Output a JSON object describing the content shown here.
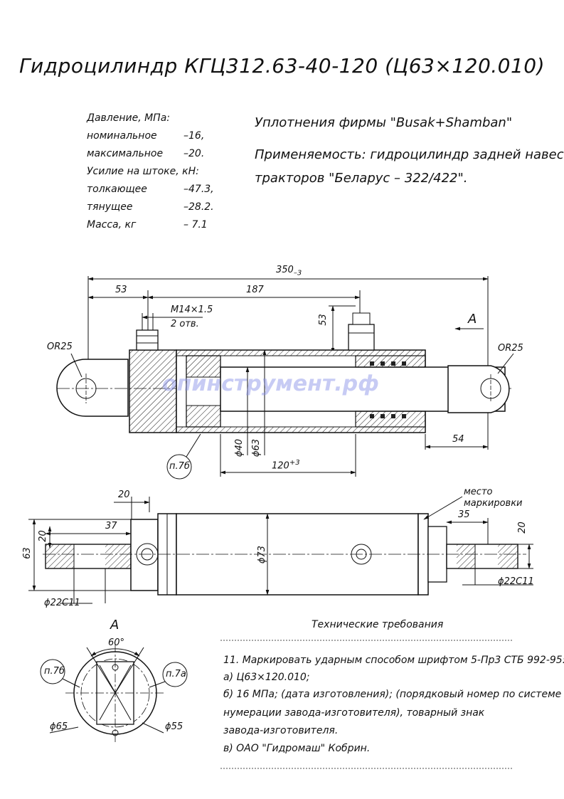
{
  "title": "Гидроцилиндр КГЦ312.63-40-120 (Ц63×120.010)",
  "specs": {
    "pressure_heading": "Давление, МПа:",
    "nominal_label": "номинальное",
    "nominal_value": "–16,",
    "max_label": "максимальное",
    "max_value": "–20.",
    "force_heading": "Усилие на штоке, кН:",
    "push_label": "толкающее",
    "push_value": "–47.3,",
    "pull_label": "тянущее",
    "pull_value": "–28.2.",
    "mass_label": "Масса, кг",
    "mass_value": "– 7.1"
  },
  "info": {
    "seals": "Уплотнения фирмы \"Busak+Shamban\"",
    "applicability_1": "Применяемость: гидроцилиндр задней навески",
    "applicability_2": "тракторов \"Беларус – 322/422\"."
  },
  "watermark": "опинструмент.рф",
  "dims": {
    "overall": "350",
    "overall_tol": "–3",
    "d53": "53",
    "d187": "187",
    "thread": "М14×1.5",
    "thread_qty": "2 отв.",
    "v53": "53",
    "view_a": "А",
    "or25_left": "OR25",
    "or25_right": "OR25",
    "d54": "54",
    "phi40": "ϕ40",
    "phi63": "ϕ63",
    "stroke": "120",
    "stroke_tol": "+3",
    "callout_7b": "п.7б",
    "d20_top": "20",
    "d37": "37",
    "d20_left": "20",
    "d63": "63",
    "phi73": "ϕ73",
    "phi22_left": "ϕ22С11",
    "mark_place_1": "место",
    "mark_place_2": "маркировки",
    "d35": "35",
    "d20_right": "20",
    "phi22_right": "ϕ22С11",
    "view_a_label": "А",
    "angle": "60°",
    "callout_7b_2": "п.7б",
    "callout_7a": "п.7а",
    "phi65": "ϕ65",
    "phi55": "ϕ55"
  },
  "requirements": {
    "heading": "Технические требования",
    "line1": "11. Маркировать ударным способом шрифтом 5-Пр3 СТБ 992-95:",
    "line2": "а) Ц63×120.010;",
    "line3": "б) 16 МПа; (дата изготовления); (порядковый номер по системе",
    "line4": "нумерации завода-изготовителя), товарный знак",
    "line5": "завода-изготовителя.",
    "line6": "в) ОАО \"Гидромаш\" Кобрин."
  }
}
